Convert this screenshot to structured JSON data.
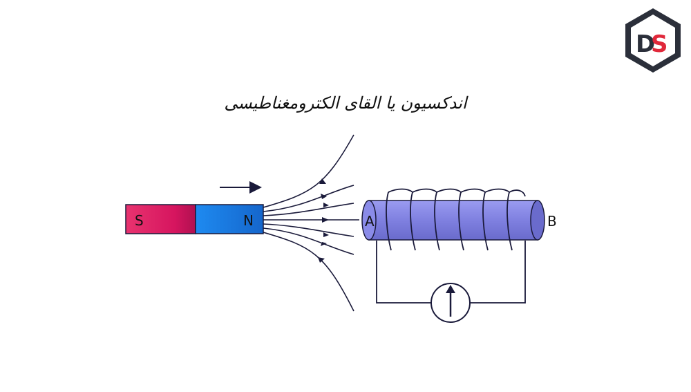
{
  "title": "اندکسیون یا القای الکترومغناطیسی",
  "logo": {
    "text": "DS",
    "bg": "#2b2f3a",
    "letter_d": "#2b2f3a",
    "letter_s": "#e0283a"
  },
  "magnet": {
    "south_label": "S",
    "north_label": "N",
    "south_color": "#d6155f",
    "north_color": "#1877e6"
  },
  "coil": {
    "end_a_label": "A",
    "end_b_label": "B",
    "core_color": "#7f80e0"
  },
  "colors": {
    "line": "#1a1a3a"
  }
}
